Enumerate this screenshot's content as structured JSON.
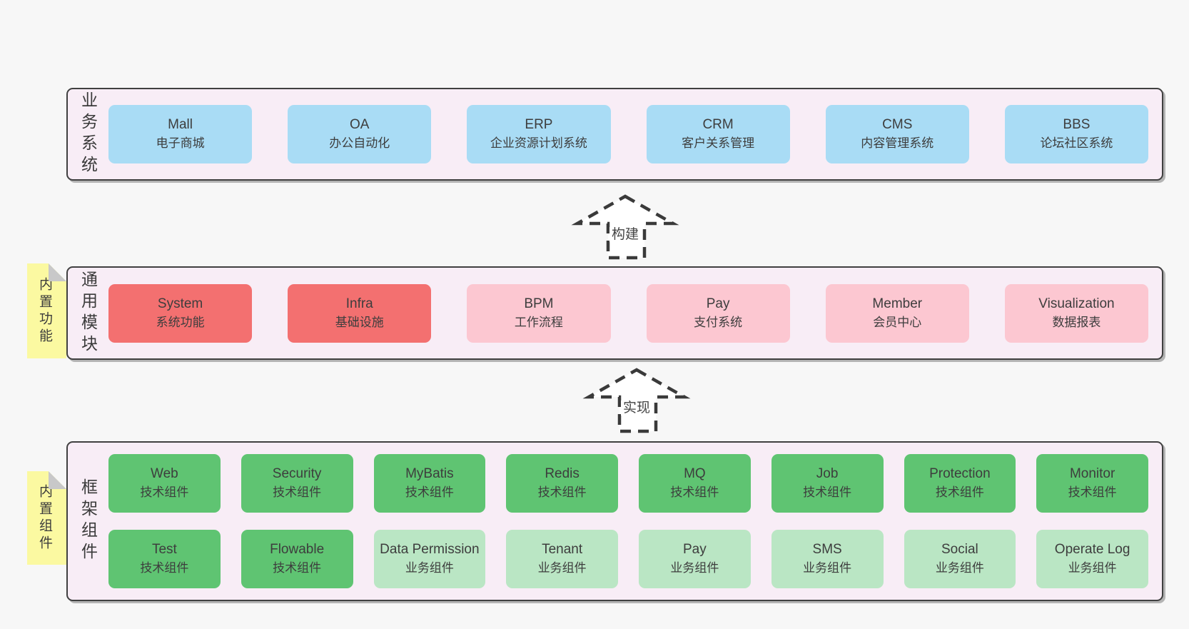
{
  "colors": {
    "page-bg": "#f7f7f7",
    "band-bg": "#f8edf6",
    "band-border": "#404040",
    "box-blue": "#a9dcf5",
    "box-red": "#f37070",
    "box-pink": "#fcc7d1",
    "box-green": "#5fc472",
    "box-green-light": "#bae6c4",
    "note-yellow": "#fbf9a1",
    "note-fold": "#c8c8c9",
    "text-dark": "#3d3d3d",
    "arrow-stroke": "#3a3a3a",
    "arrow-fill": "#ffffff"
  },
  "arrows": [
    {
      "label": "构建"
    },
    {
      "label": "实现"
    }
  ],
  "sections": [
    {
      "label": "业务系统",
      "boxes": [
        {
          "name": "Mall",
          "desc": "电子商城",
          "variant": "blue"
        },
        {
          "name": "OA",
          "desc": "办公自动化",
          "variant": "blue"
        },
        {
          "name": "ERP",
          "desc": "企业资源计划系统",
          "variant": "blue"
        },
        {
          "name": "CRM",
          "desc": "客户关系管理",
          "variant": "blue"
        },
        {
          "name": "CMS",
          "desc": "内容管理系统",
          "variant": "blue"
        },
        {
          "name": "BBS",
          "desc": "论坛社区系统",
          "variant": "blue"
        }
      ]
    },
    {
      "label": "通用模块",
      "note": "内置功能",
      "boxes": [
        {
          "name": "System",
          "desc": "系统功能",
          "variant": "red"
        },
        {
          "name": "Infra",
          "desc": "基础设施",
          "variant": "red"
        },
        {
          "name": "BPM",
          "desc": "工作流程",
          "variant": "pink"
        },
        {
          "name": "Pay",
          "desc": "支付系统",
          "variant": "pink"
        },
        {
          "name": "Member",
          "desc": "会员中心",
          "variant": "pink"
        },
        {
          "name": "Visualization",
          "desc": "数据报表",
          "variant": "pink"
        }
      ]
    },
    {
      "label": "框架组件",
      "note": "内置组件",
      "rows": [
        [
          {
            "name": "Web",
            "desc": "技术组件",
            "variant": "green"
          },
          {
            "name": "Security",
            "desc": "技术组件",
            "variant": "green"
          },
          {
            "name": "MyBatis",
            "desc": "技术组件",
            "variant": "green"
          },
          {
            "name": "Redis",
            "desc": "技术组件",
            "variant": "green"
          },
          {
            "name": "MQ",
            "desc": "技术组件",
            "variant": "green"
          },
          {
            "name": "Job",
            "desc": "技术组件",
            "variant": "green"
          },
          {
            "name": "Protection",
            "desc": "技术组件",
            "variant": "green"
          },
          {
            "name": "Monitor",
            "desc": "技术组件",
            "variant": "green"
          }
        ],
        [
          {
            "name": "Test",
            "desc": "技术组件",
            "variant": "green"
          },
          {
            "name": "Flowable",
            "desc": "技术组件",
            "variant": "green"
          },
          {
            "name": "Data Permission",
            "desc": "业务组件",
            "variant": "green-light"
          },
          {
            "name": "Tenant",
            "desc": "业务组件",
            "variant": "green-light"
          },
          {
            "name": "Pay",
            "desc": "业务组件",
            "variant": "green-light"
          },
          {
            "name": "SMS",
            "desc": "业务组件",
            "variant": "green-light"
          },
          {
            "name": "Social",
            "desc": "业务组件",
            "variant": "green-light"
          },
          {
            "name": "Operate Log",
            "desc": "业务组件",
            "variant": "green-light"
          }
        ]
      ]
    }
  ]
}
